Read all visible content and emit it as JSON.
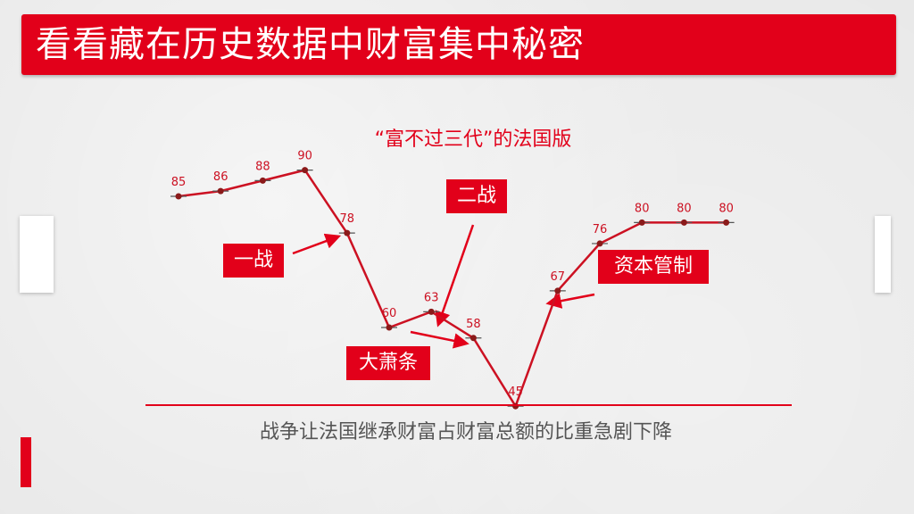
{
  "header": {
    "title": "看看藏在历史数据中财富集中秘密"
  },
  "chart_data": {
    "type": "line",
    "title": "“富不过三代”的法国版",
    "x": [
      1,
      2,
      3,
      4,
      5,
      6,
      7,
      8,
      9,
      10,
      11,
      12,
      13,
      14
    ],
    "values": [
      85,
      86,
      88,
      90,
      78,
      60,
      63,
      58,
      45,
      67,
      76,
      80,
      80,
      80
    ],
    "xlabel": "",
    "ylabel": "",
    "grid": false,
    "legend": "none",
    "series_color": "#cc1122",
    "point_color": "#8b1a1a",
    "label_color": "#cc1122",
    "annotations": [
      {
        "text": "一战",
        "points_to_index": 4
      },
      {
        "text": "二战",
        "points_to_index": 6
      },
      {
        "text": "大萧条",
        "points_to_index": 7
      },
      {
        "text": "资本管制",
        "points_to_index": 9
      }
    ]
  },
  "caption": "战争让法国继承财富占财富总额的比重急剧下降",
  "colors": {
    "accent": "#e2001a",
    "background": "#e9e9e9"
  }
}
